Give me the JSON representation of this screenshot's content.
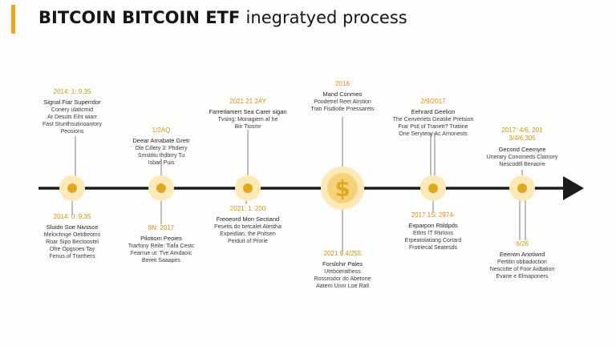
{
  "title": {
    "bold": "BITCOIN BITCOIN ETF",
    "light": "inegratyed process"
  },
  "colors": {
    "accent": "#e2a81e",
    "line": "#1b1b1b",
    "node_fill": "#fbe9b7",
    "node_dot": "#e0a820"
  },
  "milestones": [
    {
      "date": "2014: 1: 9.35",
      "heading": "Signal Fiar Superrdor",
      "lines": [
        "Conery ulaticmid",
        "Ar Desuts Eiht wiarr",
        "Fast Stunthsutinoantory",
        "Peosions"
      ]
    },
    {
      "date": "2014: 0: 9.35",
      "heading": "Sluidn Soe Nivssce",
      "lines": [
        "Melochnge Oetdteoms",
        "Roar Sipo Bectoostel",
        "Ofre Opgsoes Tay",
        "Fenus of Trarthers"
      ]
    },
    {
      "date": "1/2AQ",
      "heading": "Deear Amabate Gretr",
      "lines": [
        "Ole Cillety 3: Phdiery",
        "Smstitiu thdbrry Tu",
        "Isbarl Puis"
      ]
    },
    {
      "date": "8N: 2017",
      "heading": "Pilotiom Peoies",
      "lines": [
        "Trarfony Reile: Tiafa Cestc",
        "Fearrue ut: Tve Amdaoic",
        "Bereit Saaapes"
      ]
    },
    {
      "date": "2021 21 2AY",
      "heading": "Farretiamert Sea Carer sigan",
      "lines": [
        "Tvsing: Monagiem af he",
        "Biir Tiosmr"
      ]
    },
    {
      "date": "2021: 1: 200",
      "heading": "Freoeord Mon Sectiand",
      "lines": [
        "Fesetis do betcalet Alestha",
        "Expeidian, the Pnitsen",
        "Peiduit of Prorie"
      ]
    },
    {
      "date": "2016",
      "heading": "Mand Conmeo",
      "lines": [
        "Poodetrel Reet Alrstion",
        "Tran Fisdiotle Pnessarets"
      ]
    },
    {
      "date": "2021 9.4/255",
      "heading": "Forslohir Pales",
      "lines": [
        "Uteboerathess",
        "Rossnsdor do Abetone",
        "Aatern Unnr Loe Ratl"
      ]
    },
    {
      "date": "2/9/2017",
      "heading": "Eehrard Geelion",
      "lines": [
        "The Cenverlets Geatilie Pretsion",
        "Frar Pstl of Tranetr? Tratiine",
        "One Seryteoy Ac Arnonests"
      ]
    },
    {
      "date": "2017 1S: 2974-",
      "heading": "Exparpon Rtildpds",
      "lines": [
        "Ethrs IT Rtirlons",
        "Erpeatolatiang Cortard",
        "Frotriecal Seatesds"
      ]
    },
    {
      "date": "2017: 4/6, 201",
      "sub": "3/4/6,305",
      "heading": "Gecorid Ceemyre",
      "lines": [
        "Unerary Conomeds Clamory",
        "Nescodtll Benaore"
      ]
    },
    {
      "date": "6/26",
      "heading": "Eeerwn Anotiwrd",
      "lines": [
        "Pertitin obbadoction",
        "Nescotte of Foor Aidtation",
        "Evane e Elmaponers"
      ]
    }
  ]
}
